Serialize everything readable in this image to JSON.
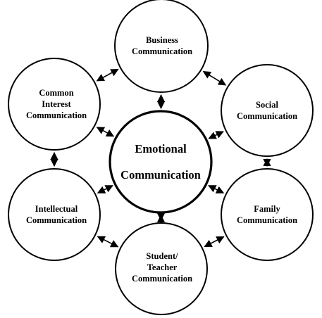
{
  "diagram": {
    "center": {
      "label": "Emotional\nCommunication"
    },
    "nodes": [
      {
        "id": "business",
        "label": "Business\nCommunication"
      },
      {
        "id": "social",
        "label": "Social\nCommunication"
      },
      {
        "id": "family",
        "label": "Family\nCommunication"
      },
      {
        "id": "student-teacher",
        "label": "Student/\nTeacher\nCommunication"
      },
      {
        "id": "intellectual",
        "label": "Intellectual\nCommunication"
      },
      {
        "id": "common-interest",
        "label": "Common\nInterest\nCommunication"
      }
    ],
    "line_color": "#000000"
  }
}
